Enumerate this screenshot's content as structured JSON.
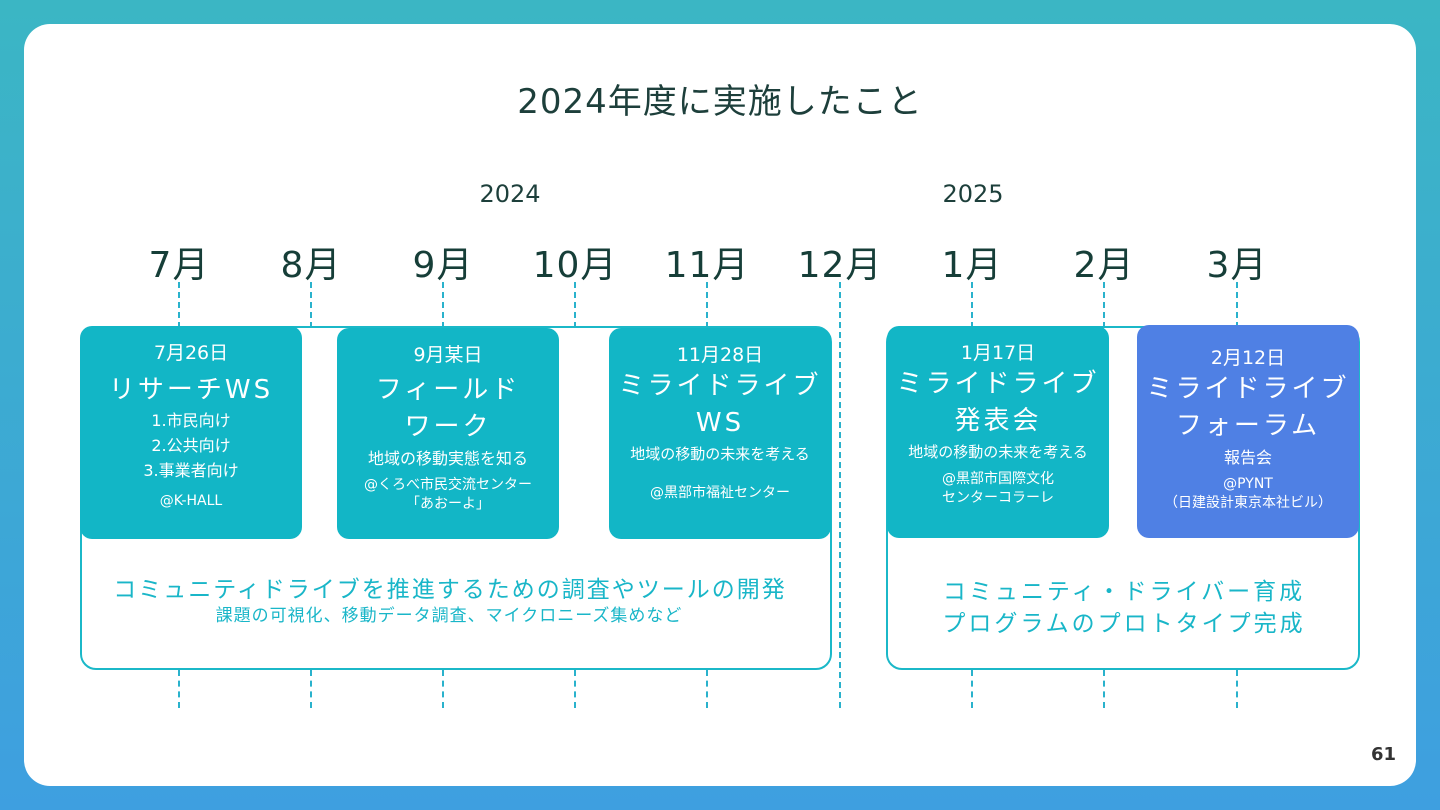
{
  "slide": {
    "title": "2024年度に実施したこと",
    "page_number": "61"
  },
  "timeline": {
    "years": [
      "2024",
      "2025"
    ],
    "months": [
      "7月",
      "8月",
      "9月",
      "10月",
      "11月",
      "12月",
      "1月",
      "2月",
      "3月"
    ]
  },
  "events": [
    {
      "date": "7月26日",
      "name_lines": [
        "リサーチWS"
      ],
      "details": [
        "1.市民向け",
        "2.公共向け",
        "3.事業者向け"
      ],
      "venue": [
        "@K-HALL"
      ]
    },
    {
      "date": "9月某日",
      "name_lines": [
        "フィールド",
        "ワーク"
      ],
      "details": [
        "地域の移動実態を知る"
      ],
      "venue": [
        "@くろべ市民交流センター",
        "「あおーよ」"
      ]
    },
    {
      "date": "11月28日",
      "name_lines": [
        "ミライドライブ",
        "WS"
      ],
      "details": [
        "地域の移動の未来を考える"
      ],
      "venue": [
        "@黒部市福祉センター"
      ]
    },
    {
      "date": "1月17日",
      "name_lines": [
        "ミライドライブ",
        "発表会"
      ],
      "details": [
        "地域の移動の未来を考える"
      ],
      "venue": [
        "@黒部市国際文化",
        "センターコラーレ"
      ]
    },
    {
      "date": "2月12日",
      "name_lines": [
        "ミライドライブ",
        "フォーラム"
      ],
      "details": [
        "報告会"
      ],
      "venue": [
        "@PYNT",
        "（日建設計東京本社ビル）"
      ]
    }
  ],
  "summaries": {
    "left": {
      "main": "コミュニティドライブを推進するための調査やツールの開発",
      "sub": "課題の可視化、移動データ調査、マイクロニーズ集めなど"
    },
    "right": {
      "line1": "コミュニティ・ドライバー育成",
      "line2": "プログラムのプロトタイプ完成"
    }
  },
  "colors": {
    "teal": "#12b6c6",
    "blue": "#4f80e4",
    "dark_text": "#163e38"
  }
}
